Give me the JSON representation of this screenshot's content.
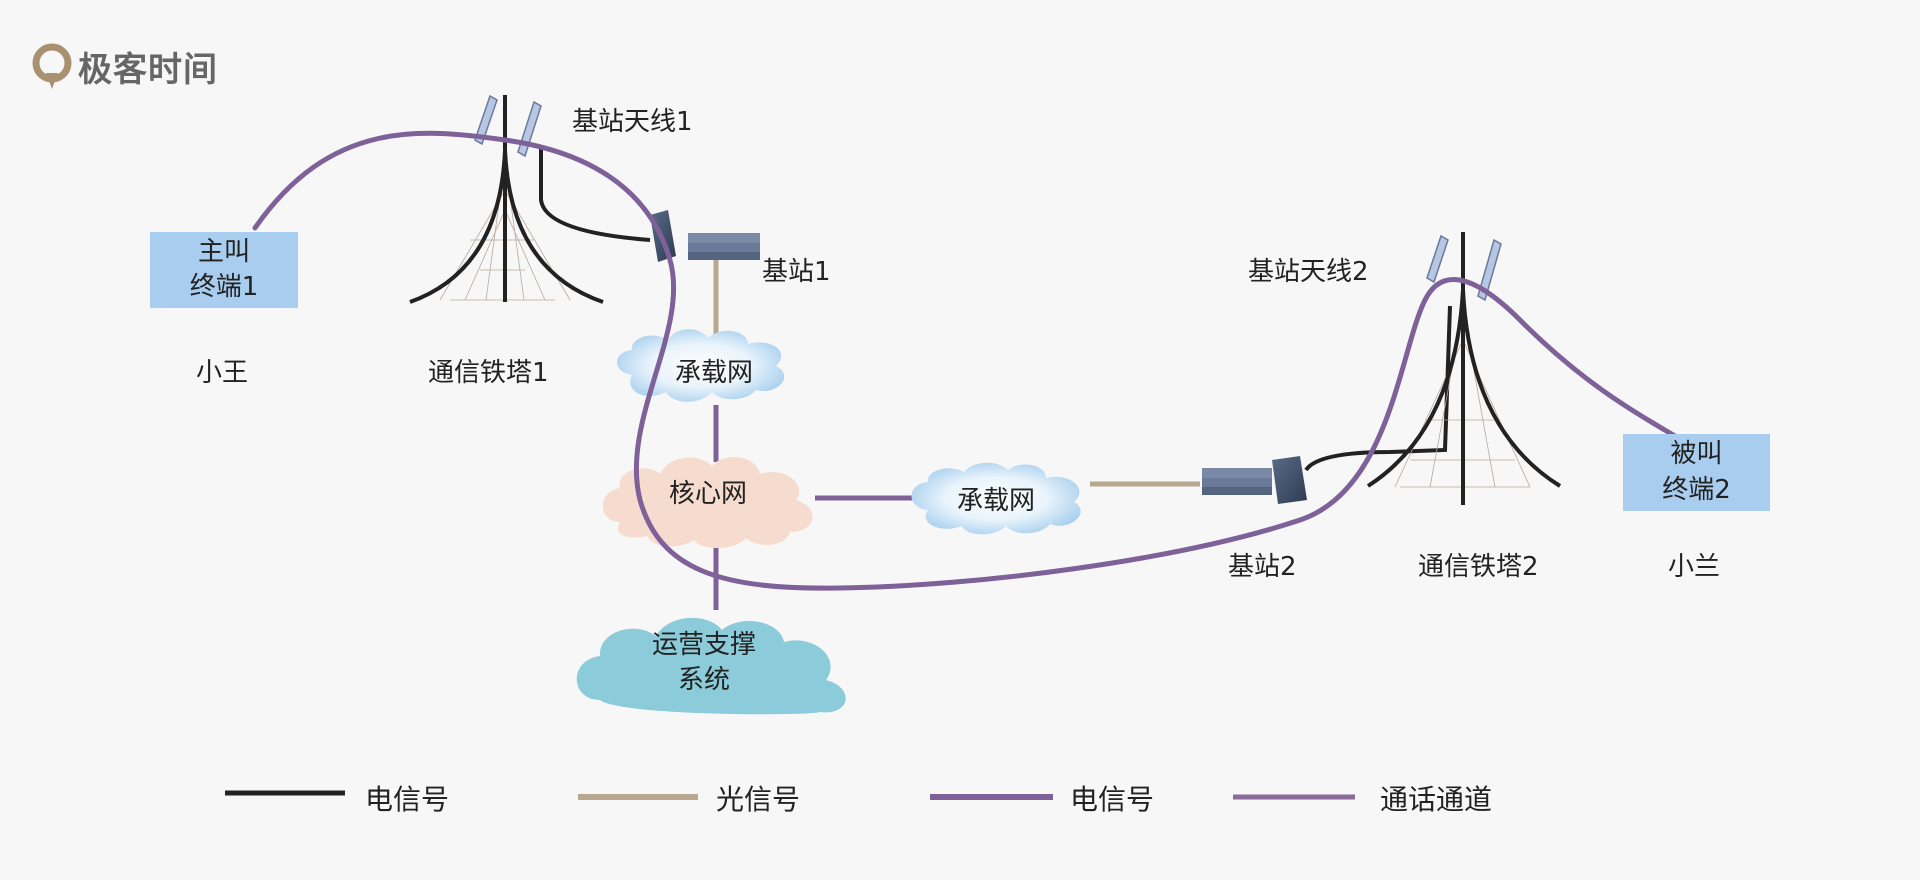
{
  "logo": {
    "text": "极客时间",
    "icon": "geektime-logo-icon"
  },
  "terminals": {
    "caller": {
      "line1": "主叫",
      "line2": "终端1",
      "owner": "小王"
    },
    "callee": {
      "line1": "被叫",
      "line2": "终端2",
      "owner": "小兰"
    }
  },
  "towers": {
    "tower1": {
      "label": "通信铁塔1",
      "antenna_label": "基站天线1"
    },
    "tower2": {
      "label": "通信铁塔2",
      "antenna_label": "基站天线2"
    }
  },
  "base_stations": {
    "bs1": "基站1",
    "bs2": "基站2"
  },
  "clouds": {
    "bearer1": "承载网",
    "core": "核心网",
    "bearer2": "承载网",
    "oss_line1": "运营支撑",
    "oss_line2": "系统"
  },
  "legend": [
    {
      "label": "电信号",
      "color": "#222222"
    },
    {
      "label": "光信号",
      "color": "#b8a890"
    },
    {
      "label": "电信号",
      "color": "#8a6b9a"
    },
    {
      "label": "通话通道",
      "color": "#8a6b9a"
    }
  ],
  "colors": {
    "electric_line": "#222222",
    "optical_line": "#b8a890",
    "purple_line": "#7f6199",
    "call_channel": "#8a6b9a",
    "terminal_box": "#a8cdee",
    "core_cloud": "#f6dccf",
    "oss_cloud": "#8ccbd9",
    "bearer_cloud": "#cde4f6"
  }
}
